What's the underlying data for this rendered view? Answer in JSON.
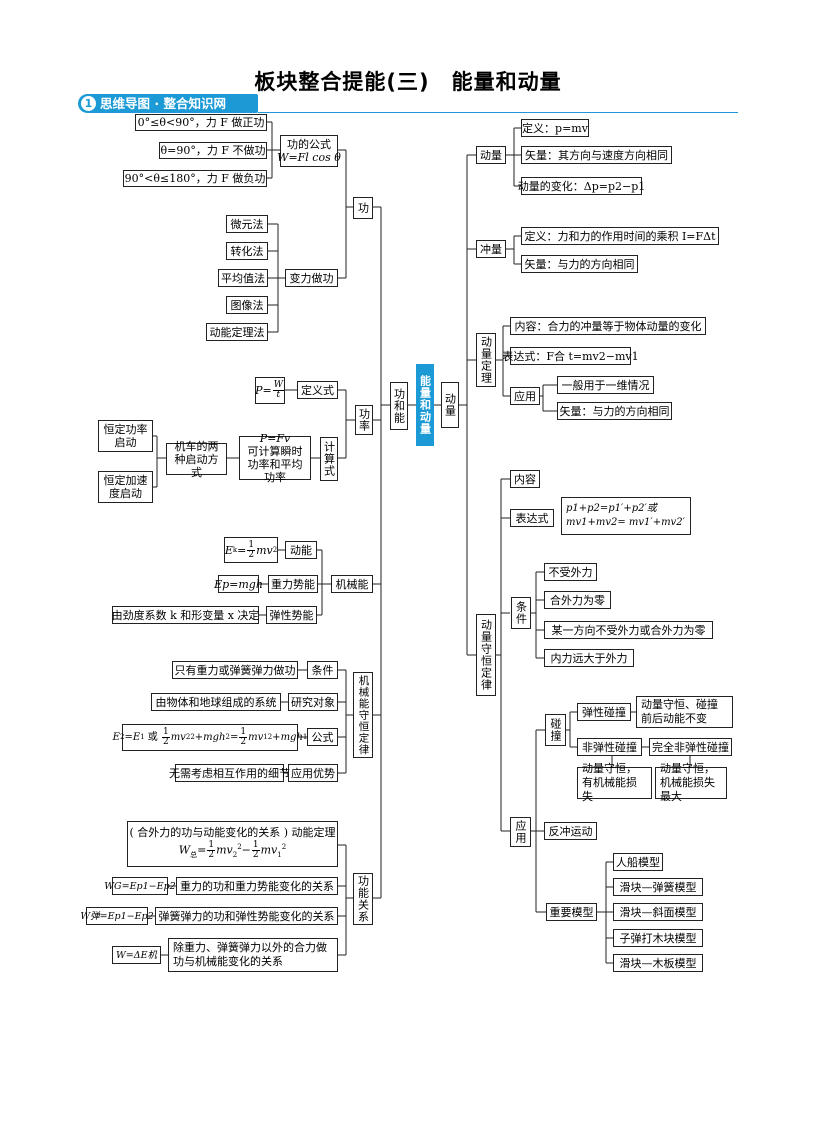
{
  "title": "板块整合提能(三)　能量和动量",
  "banner": {
    "num": "1",
    "text": "思维导图 · 整合知识网"
  },
  "center": {
    "left": "功和能",
    "mid": "能量和动量",
    "right": "动量"
  },
  "work": {
    "label": "功",
    "formula_title": "功的公式",
    "formula": "W=Fl cos θ",
    "cases": [
      "0°≤θ<90°，力 F 做正功",
      "θ=90°，力 F 不做功",
      "90°<θ≤180°，力 F 做负功"
    ],
    "variable": "变力做功",
    "methods": [
      "微元法",
      "转化法",
      "平均值法",
      "图像法",
      "动能定理法"
    ]
  },
  "power": {
    "label": "功率",
    "def_label": "定义式",
    "def_formula": "P=W/t",
    "calc_label": "计算式",
    "calc_formula": "P=Fv",
    "calc_desc": "可计算瞬时功率和平均功率",
    "start_title": "机车的两种启动方式",
    "start_modes": [
      "恒定功率启动",
      "恒定加速度启动"
    ]
  },
  "mech": {
    "label": "机械能",
    "ke": "动能",
    "ke_formula": "Ek= 1/2 mv²",
    "pe": "重力势能",
    "pe_formula": "Ep=mgh",
    "ee": "弹性势能",
    "ee_desc": "由劲度系数 k 和形变量 x 决定"
  },
  "cons": {
    "label": "机械能守恒定律",
    "rows": [
      {
        "key": "条件",
        "val": "只有重力或弹簧弹力做功"
      },
      {
        "key": "研究对象",
        "val": "由物体和地球组成的系统"
      },
      {
        "key": "公式",
        "val": "E2=E1 或 1/2 mv2²+mgh2= 1/2 mv1²+mgh1"
      },
      {
        "key": "应用优势",
        "val": "无需考虑相互作用的细节"
      }
    ]
  },
  "fe": {
    "label": "功能关系",
    "theorem": "( 合外力的功与动能变化的关系 ) 动能定理",
    "theorem_formula": "W总 = 1/2 mv2² − 1/2 mv1²",
    "rows": [
      {
        "formula": "WG=Ep1−Ep2",
        "desc": "重力的功和重力势能变化的关系"
      },
      {
        "formula": "W弹=Ep1−Ep2",
        "desc": "弹簧弹力的功和弹性势能变化的关系"
      },
      {
        "formula": "W=ΔE机",
        "desc": "除重力、弹簧弹力以外的合力做功与机械能变化的关系"
      }
    ]
  },
  "momentum": {
    "label": "动量",
    "def": "定义：p=mv",
    "vector": "矢量：其方向与速度方向相同",
    "change": "动量的变化：Δp=p2−p1"
  },
  "impulse": {
    "label": "冲量",
    "def": "定义：力和力的作用时间的乘积 I=FΔt",
    "vector": "矢量：与力的方向相同"
  },
  "theorem": {
    "label": "动量定理",
    "content": "内容：合力的冲量等于物体动量的变化",
    "expr": "表达式：F合 t=mv2−mv1",
    "apply": "应用",
    "apply_items": [
      "一般用于一维情况",
      "矢量：与力的方向相同"
    ]
  },
  "conslaw": {
    "label": "动量守恒定律",
    "content": "内容",
    "expr_label": "表达式",
    "expr": "p1+p2=p1′+p2′或 mv1+mv2= mv1′+mv2′",
    "cond_label": "条件",
    "conds": [
      "不受外力",
      "合外力为零",
      "某一方向不受外力或合外力为零",
      "内力远大于外力"
    ],
    "apply_label": "应用",
    "collision": "碰撞",
    "elastic": "弹性碰撞",
    "elastic_desc": "动量守恒、碰撞前后动能不变",
    "inelastic": "非弹性碰撞",
    "perfect": "完全非弹性碰撞",
    "inelastic_desc": "动量守恒，有机械能损失",
    "perfect_desc": "动量守恒，机械能损失最大",
    "recoil": "反冲运动",
    "models_label": "重要模型",
    "models": [
      "人船模型",
      "滑块—弹簧模型",
      "滑块—斜面模型",
      "子弹打木块模型",
      "滑块—木板模型"
    ]
  }
}
